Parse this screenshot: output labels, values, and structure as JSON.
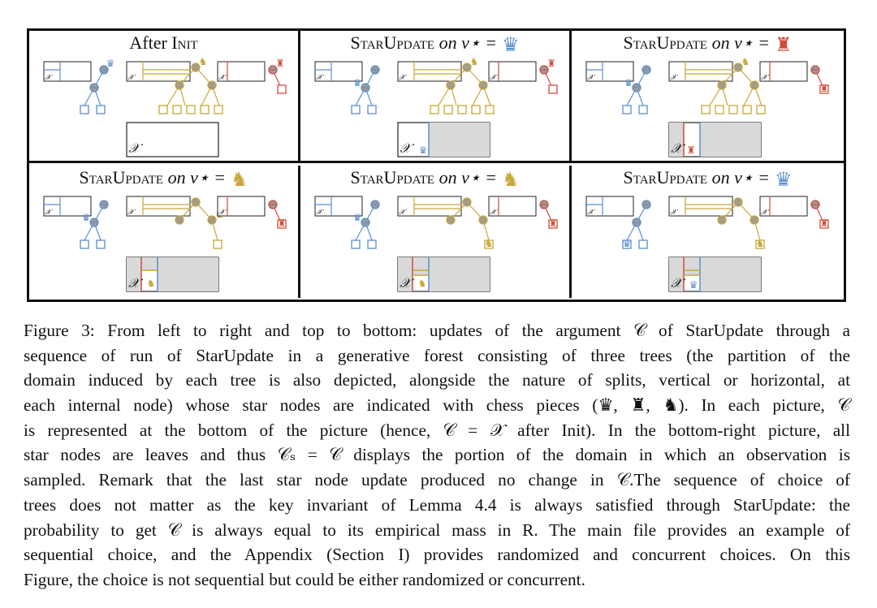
{
  "figure": {
    "panels": [
      {
        "title_pre": "After ",
        "title_sc": "Init",
        "title_post": "",
        "piece": "none"
      },
      {
        "title_pre": "",
        "title_sc": "StarUpdate",
        "title_post": " on ν⋆ =",
        "piece": "queen"
      },
      {
        "title_pre": "",
        "title_sc": "StarUpdate",
        "title_post": " on ν⋆ =",
        "piece": "rook"
      },
      {
        "title_pre": "",
        "title_sc": "StarUpdate",
        "title_post": " on ν⋆ =",
        "piece": "knight"
      },
      {
        "title_pre": "",
        "title_sc": "StarUpdate",
        "title_post": " on ν⋆ =",
        "piece": "knight"
      },
      {
        "title_pre": "",
        "title_sc": "StarUpdate",
        "title_post": " on ν⋆ =",
        "piece": "queen"
      }
    ],
    "domain_symbol": "𝒳",
    "colors": {
      "blue": "#5b8fd0",
      "gold": "#c8a63a",
      "red": "#d24a3a",
      "shade": "#d9d9d9",
      "node": "#9a9a9a"
    }
  },
  "caption": {
    "lines": [
      "Figure 3: From left to right and top to bottom: updates of the argument 𝒞 of StarUpdate through a",
      "sequence of run of StarUpdate in a generative forest consisting of three trees (the partition of the",
      "domain induced by each tree is also depicted, alongside the nature of splits, vertical or horizontal, at",
      "each internal node) whose star nodes are indicated with chess pieces (♛, ♜, ♞). In each picture, 𝒞",
      "is represented at the bottom of the picture (hence, 𝒞 = 𝒳 after Init). In the bottom-right picture, all",
      "star nodes are leaves and thus 𝒞ₛ = 𝒞 displays the portion of the domain in which an observation is",
      "sampled. Remark that the last star node update produced no change in 𝒞.The sequence of choice of",
      "trees does not matter as the key invariant of Lemma 4.4 is always satisfied through StarUpdate: the",
      "probability to get 𝒞 is always equal to its empirical mass in R. The main file provides an example of",
      "sequential choice, and the Appendix (Section I) provides randomized and concurrent choices. On this",
      "Figure, the choice is not sequential but could be either randomized or concurrent."
    ]
  }
}
